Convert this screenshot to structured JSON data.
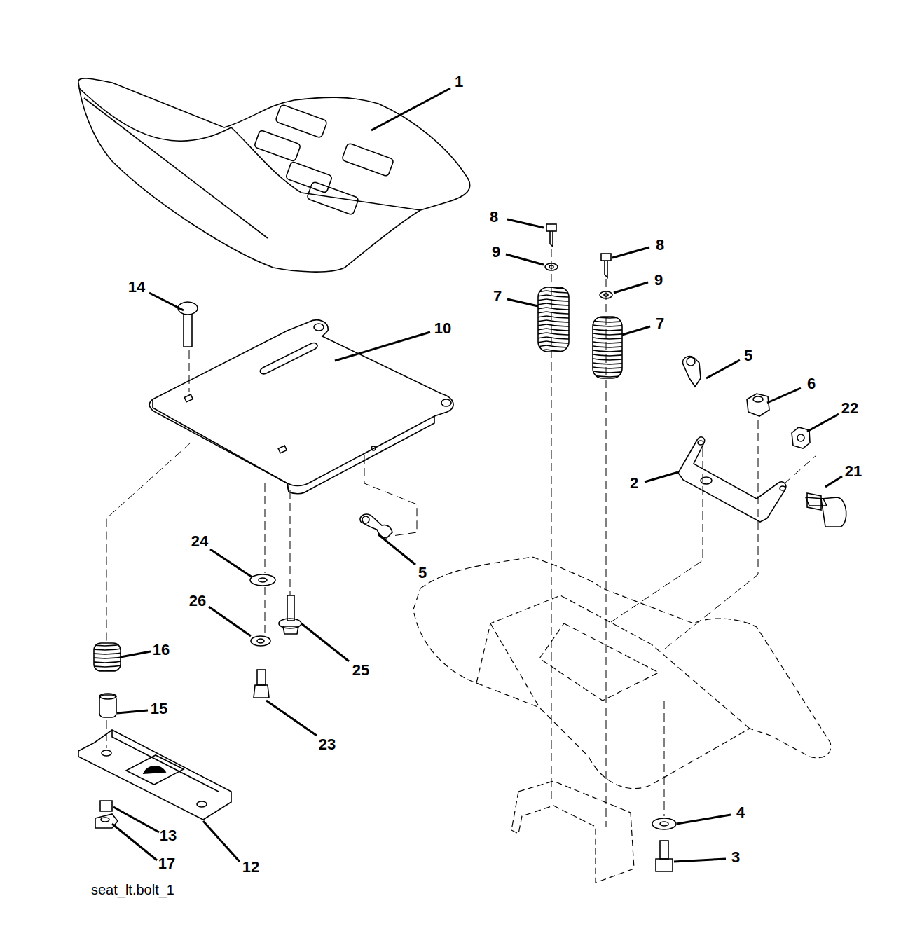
{
  "diagram": {
    "labels": [
      "1",
      "8",
      "8",
      "9",
      "9",
      "7",
      "7",
      "14",
      "10",
      "5",
      "6",
      "22",
      "2",
      "21",
      "5",
      "24",
      "26",
      "25",
      "16",
      "15",
      "23",
      "4",
      "3",
      "13",
      "17",
      "12",
      "seat_lt.bolt_1"
    ]
  }
}
